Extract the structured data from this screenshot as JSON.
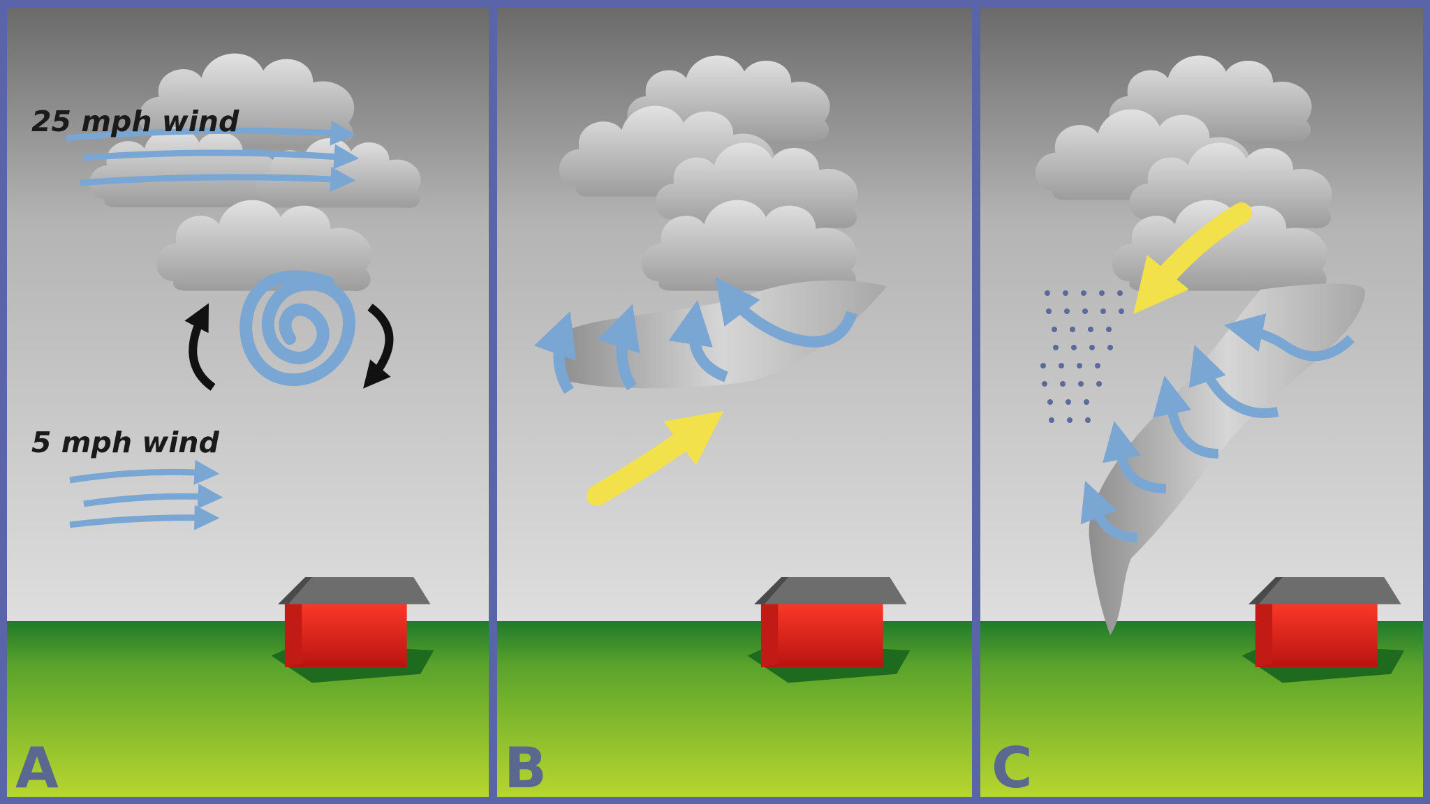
{
  "panels": [
    {
      "letter": "A",
      "labels": {
        "upper_wind": "25 mph wind",
        "lower_wind": "5 mph wind"
      }
    },
    {
      "letter": "B"
    },
    {
      "letter": "C"
    }
  ],
  "colors": {
    "frame": "#5a64a8",
    "sky_top": "#6e6e6e",
    "sky_bottom": "#dcdcdc",
    "ground_top": "#1f7a2a",
    "ground_bottom": "#b4d22e",
    "house_wall": "#e4251e",
    "house_roof": "#6a6a6a",
    "wind_arrow": "#7aa6d4",
    "updraft_arrow": "#f2e14a",
    "rotation_arrow": "#111111",
    "cloud": "#c8c8c8"
  },
  "icons": [
    "wind-arrow-icon",
    "rotation-arrow-icon",
    "updraft-arrow-icon",
    "house-icon",
    "cloud-icon",
    "rain-icon",
    "funnel-icon"
  ]
}
